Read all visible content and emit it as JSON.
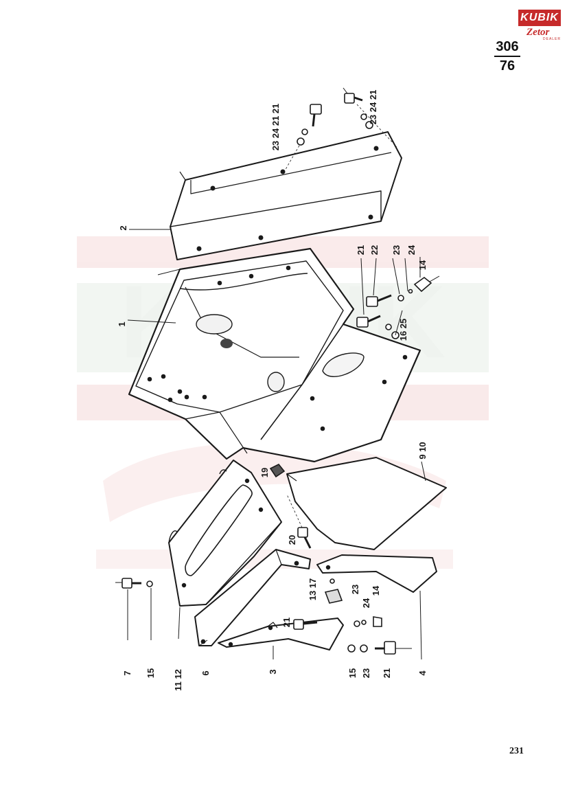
{
  "brand": {
    "name": "KUBIK",
    "sub": "Zetor",
    "dealer": "DEALER",
    "color": "#c62a2a"
  },
  "reference": {
    "top": "306",
    "bottom": "76"
  },
  "page_number": "231",
  "watermark": {
    "text": "KUBIK",
    "color": "#f3dede"
  },
  "callouts": [
    {
      "id": "c-1",
      "label": "1"
    },
    {
      "id": "c-2",
      "label": "2"
    },
    {
      "id": "c-3",
      "label": "3"
    },
    {
      "id": "c-4",
      "label": "4"
    },
    {
      "id": "c-6",
      "label": "6"
    },
    {
      "id": "c-7",
      "label": "7"
    },
    {
      "id": "c-9-10",
      "label": "9 10"
    },
    {
      "id": "c-11-12",
      "label": "11 12"
    },
    {
      "id": "c-13-17",
      "label": "13 17"
    },
    {
      "id": "c-14-a",
      "label": "14"
    },
    {
      "id": "c-14-b",
      "label": "14"
    },
    {
      "id": "c-15-a",
      "label": "15"
    },
    {
      "id": "c-15-b",
      "label": "15"
    },
    {
      "id": "c-16-25",
      "label": "16 25"
    },
    {
      "id": "c-19",
      "label": "19"
    },
    {
      "id": "c-20",
      "label": "20"
    },
    {
      "id": "c-21-a",
      "label": "21"
    },
    {
      "id": "c-21-b",
      "label": "21"
    },
    {
      "id": "c-21-c",
      "label": "21"
    },
    {
      "id": "c-21-d",
      "label": "21"
    },
    {
      "id": "c-22",
      "label": "22"
    },
    {
      "id": "c-23-a",
      "label": "23"
    },
    {
      "id": "c-23-b",
      "label": "23"
    },
    {
      "id": "c-23-c",
      "label": "23"
    },
    {
      "id": "c-24-a",
      "label": "24"
    },
    {
      "id": "c-24-b",
      "label": "24"
    },
    {
      "id": "c-23-24-21-a",
      "label": "23 24 21"
    },
    {
      "id": "c-23-24-21-b",
      "label": "23 24 21"
    }
  ]
}
